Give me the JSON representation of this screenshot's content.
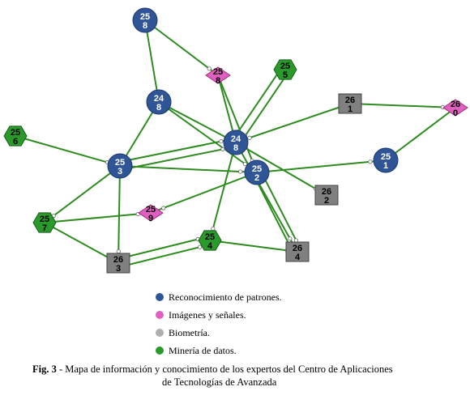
{
  "colors": {
    "edge": "#2e8b1f",
    "patrones": "#2f5597",
    "imagenes": "#e060c0",
    "biometria": "#808080",
    "mineria": "#2a9a2a"
  },
  "nodes": [
    {
      "id": "258a",
      "line1": "25",
      "line2": "8",
      "cls": "patrones"
    },
    {
      "id": "248b",
      "line1": "24",
      "line2": "8",
      "cls": "patrones"
    },
    {
      "id": "248c",
      "line1": "24",
      "line2": "8",
      "cls": "patrones"
    },
    {
      "id": "253",
      "line1": "25",
      "line2": "3",
      "cls": "patrones"
    },
    {
      "id": "252",
      "line1": "25",
      "line2": "2",
      "cls": "patrones"
    },
    {
      "id": "251",
      "line1": "25",
      "line2": "1",
      "cls": "patrones"
    },
    {
      "id": "258p",
      "line1": "25",
      "line2": "8",
      "cls": "imagenes"
    },
    {
      "id": "260",
      "line1": "26",
      "line2": "0",
      "cls": "imagenes"
    },
    {
      "id": "259",
      "line1": "25",
      "line2": "9",
      "cls": "imagenes"
    },
    {
      "id": "261",
      "line1": "26",
      "line2": "1",
      "cls": "biometria"
    },
    {
      "id": "262",
      "line1": "26",
      "line2": "2",
      "cls": "biometria"
    },
    {
      "id": "263",
      "line1": "26",
      "line2": "3",
      "cls": "biometria"
    },
    {
      "id": "264",
      "line1": "26",
      "line2": "4",
      "cls": "biometria"
    },
    {
      "id": "255",
      "line1": "25",
      "line2": "5",
      "cls": "mineria"
    },
    {
      "id": "256",
      "line1": "25",
      "line2": "6",
      "cls": "mineria"
    },
    {
      "id": "257",
      "line1": "25",
      "line2": "7",
      "cls": "mineria"
    },
    {
      "id": "254",
      "line1": "25",
      "line2": "4",
      "cls": "mineria"
    }
  ],
  "edges": [
    [
      "258a",
      "248b"
    ],
    [
      "258a",
      "258p"
    ],
    [
      "258p",
      "248c"
    ],
    [
      "258p",
      "252"
    ],
    [
      "255",
      "248c"
    ],
    [
      "255",
      "248c"
    ],
    [
      "261",
      "248c"
    ],
    [
      "261",
      "260"
    ],
    [
      "260",
      "251"
    ],
    [
      "248b",
      "248c"
    ],
    [
      "248b",
      "252"
    ],
    [
      "248b",
      "253"
    ],
    [
      "256",
      "253"
    ],
    [
      "253",
      "248c"
    ],
    [
      "253",
      "248c"
    ],
    [
      "253",
      "252"
    ],
    [
      "253",
      "263"
    ],
    [
      "253",
      "257"
    ],
    [
      "248c",
      "262"
    ],
    [
      "248c",
      "264"
    ],
    [
      "248c",
      "254"
    ],
    [
      "252",
      "251"
    ],
    [
      "252",
      "264"
    ],
    [
      "252",
      "264"
    ],
    [
      "252",
      "259"
    ],
    [
      "257",
      "259"
    ],
    [
      "257",
      "263"
    ],
    [
      "263",
      "254"
    ],
    [
      "263",
      "254"
    ],
    [
      "254",
      "264"
    ]
  ],
  "legend": [
    {
      "label": "Reconocimiento de patrones.",
      "cls": "patrones"
    },
    {
      "label": "Imágenes y señales.",
      "cls": "imagenes"
    },
    {
      "label": "Biometría.",
      "cls": "biometria"
    },
    {
      "label": "Minería de datos.",
      "cls": "mineria"
    }
  ],
  "caption": {
    "label": "Fig. 3",
    "line1": " - Mapa de información y conocimiento de los expertos del Centro de Aplicaciones",
    "line2": "de Tecnologías de Avanzada"
  }
}
